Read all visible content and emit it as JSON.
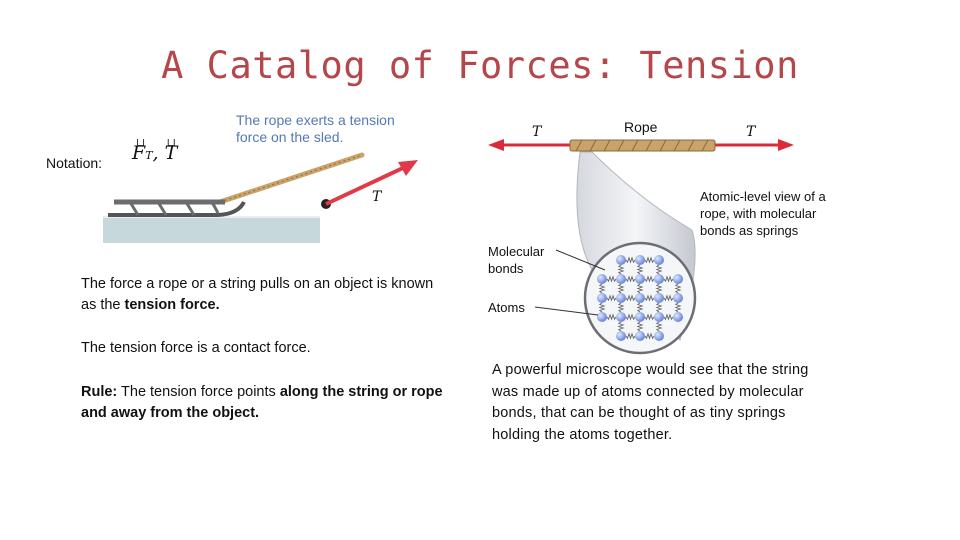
{
  "title": "A Catalog of Forces: Tension",
  "notation": {
    "label": "Notation:",
    "symbol_F": "F",
    "symbol_sub": "T",
    "separator": ",",
    "symbol_T": "T"
  },
  "sled_figure": {
    "caption": "The rope exerts a tension force on the sled.",
    "vector_label": "T"
  },
  "rope_figure": {
    "rope_label": "Rope",
    "left_vector": "T",
    "right_vector": "T",
    "atomic_caption": "Atomic-level view of a rope, with molecular bonds as springs",
    "molecular_bonds_label": "Molecular bonds",
    "atoms_label": "Atoms",
    "colors": {
      "arrow": "#d92b3a",
      "atom": "#6f8fe0",
      "rope": "#c9a36a",
      "caption": "#5479b6"
    }
  },
  "text": {
    "para1_pre": "The force a rope or a string pulls on an object is known as the ",
    "para1_bold": "tension force.",
    "para2": "The tension force is a contact force.",
    "rule_label": "Rule:",
    "rule_mid": " The tension force points ",
    "rule_bold": "along the string or rope and away from the object.",
    "microscope": "A powerful microscope would see that the string was made up of atoms connected by molecular bonds, that can be thought of as tiny springs holding the atoms together."
  }
}
